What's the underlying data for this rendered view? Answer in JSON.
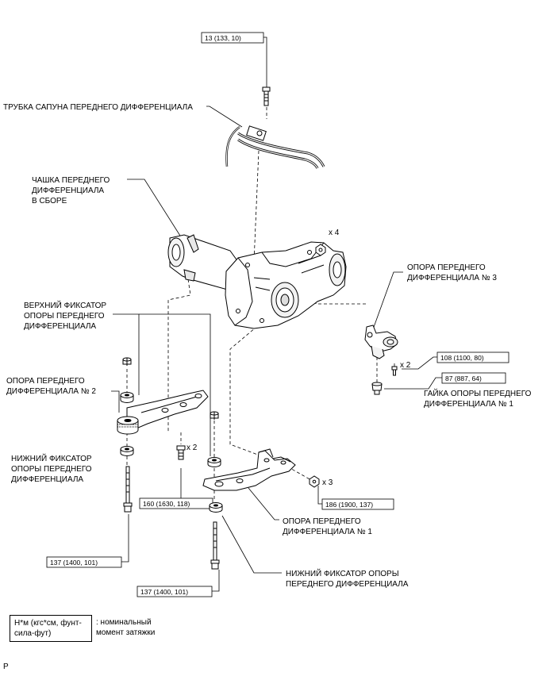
{
  "labels": {
    "breather_tube": "ТРУБКА САПУНА ПЕРЕДНЕГО ДИФФЕРЕНЦИАЛА",
    "carrier_assembly": [
      "ЧАШКА ПЕРЕДНЕГО",
      "ДИФФЕРЕНЦИАЛА",
      "В СБОРЕ"
    ],
    "upper_stopper": [
      "ВЕРХНИЙ ФИКСАТОР",
      "ОПОРЫ ПЕРЕДНЕГО",
      "ДИФФЕРЕНЦИАЛА"
    ],
    "mount_no2": [
      "ОПОРА ПЕРЕДНЕГО",
      "ДИФФЕРЕНЦИАЛА № 2"
    ],
    "lower_stopper_left": [
      "НИЖНИЙ ФИКСАТОР",
      "ОПОРЫ ПЕРЕДНЕГО",
      "ДИФФЕРЕНЦИАЛА"
    ],
    "mount_no3": [
      "ОПОРА ПЕРЕДНЕГО",
      "ДИФФЕРЕНЦИАЛА № 3"
    ],
    "mount_nut_no1": [
      "ГАЙКА ОПОРЫ ПЕРЕДНЕГО",
      "ДИФФЕРЕНЦИАЛА № 1"
    ],
    "mount_no1": [
      "ОПОРА ПЕРЕДНЕГО",
      "ДИФФЕРЕНЦИАЛА № 1"
    ],
    "lower_stopper_right": [
      "НИЖНИЙ ФИКСАТОР ОПОРЫ",
      "ПЕРЕДНЕГО ДИФФЕРЕНЦИАЛА"
    ]
  },
  "quantities": {
    "x4": "x 4",
    "x2_right": "x 2",
    "x2_center": "x 2",
    "x3": "x 3"
  },
  "torques": {
    "breather": "13 (133, 10)",
    "mount3_bolt": "108 (1100, 80)",
    "mount_nut": "87 (887, 64)",
    "center_bolt": "160 (1630, 118)",
    "mount1_bolt": "186 (1900, 137)",
    "left_bolt": "137 (1400, 101)",
    "right_bolt": "137 (1400, 101)"
  },
  "legend": {
    "box_line1": "Н*м (кгс*см, фунт-",
    "box_line2": "сила-фут)",
    "desc_line1": ": номинальный",
    "desc_line2": "момент затяжки"
  },
  "footer_code": "P"
}
